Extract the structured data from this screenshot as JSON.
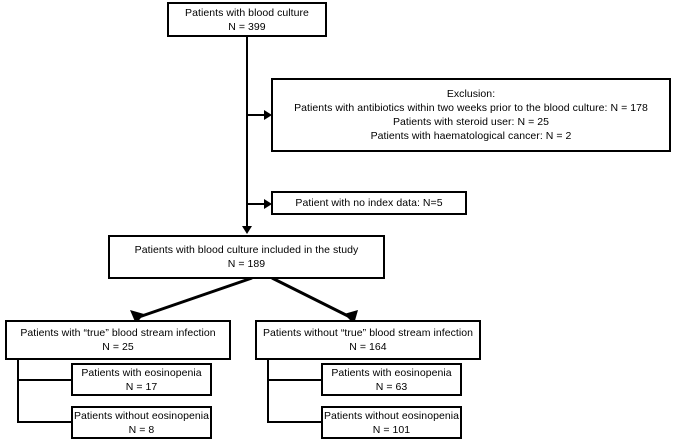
{
  "figure": {
    "type": "flowchart",
    "orientation": "top-down",
    "accent_color": "#000000",
    "background_color": "#ffffff"
  },
  "nodes": {
    "enrollment": {
      "id": "enrollment",
      "lines": [
        "Patients with blood culture",
        "N = 399"
      ],
      "line1": "Patients with blood culture",
      "line2": "N = 399",
      "count": 399
    },
    "exclusion": {
      "id": "exclusion",
      "lines": [
        "Exclusion:",
        "Patients with antibiotics within two weeks prior to the blood culture: N = 178",
        "Patients with steroid user: N = 25",
        "Patients with haematological cancer: N = 2"
      ],
      "line1": "Exclusion:",
      "line2": "Patients with antibiotics within two weeks prior to the blood culture: N = 178",
      "line3": "Patients with steroid user: N = 25",
      "line4": "Patients with haematological cancer: N = 2",
      "counts": [
        178,
        25,
        2
      ]
    },
    "no_index_data": {
      "id": "no-index-data",
      "line1": "Patient with no index data: N=5",
      "count": 5
    },
    "included": {
      "id": "included",
      "line1": "Patients with blood culture included in the study",
      "line2": "N = 189",
      "count": 189
    },
    "true_bsi": {
      "id": "true-bsi",
      "line1": "Patients with “true” blood stream infection",
      "line2": "N = 25",
      "count": 25
    },
    "no_true_bsi": {
      "id": "no-true-bsi",
      "line1": "Patients without “true” blood stream infection",
      "line2": "N = 164",
      "count": 164
    },
    "true_eos": {
      "id": "true-bsi-eosinopenia",
      "line1": "Patients with eosinopenia",
      "line2": "N = 17",
      "count": 17
    },
    "true_noeos": {
      "id": "true-bsi-no-eosinopenia",
      "line1": "Patients without eosinopenia",
      "line2": "N = 8",
      "count": 8
    },
    "notrue_eos": {
      "id": "no-true-bsi-eosinopenia",
      "line1": "Patients with eosinopenia",
      "line2": "N = 63",
      "count": 63
    },
    "notrue_noeos": {
      "id": "no-true-bsi-no-eosinopenia",
      "line1": "Patients without eosinopenia",
      "line2": "N = 101",
      "count": 101
    }
  }
}
